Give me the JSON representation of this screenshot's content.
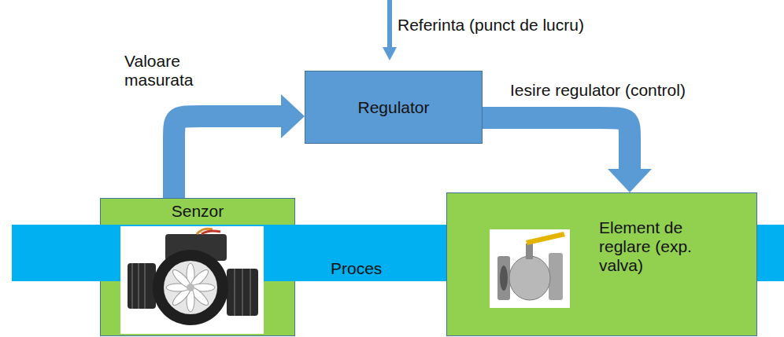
{
  "diagram": {
    "nodes": [
      {
        "text": [
          "Regulator"
        ]
      },
      {
        "text": [
          "Senzor"
        ]
      },
      {
        "text": [
          "Proces"
        ]
      },
      {
        "text": [
          "Element de reglare (exp. valva)"
        ]
      }
    ],
    "edges": [
      {
        "from": 1,
        "to": 0,
        "arrow": "to",
        "label": "Valoare masurata"
      },
      {
        "from": 0,
        "to": 3,
        "arrow": "to",
        "label": "Iesire regulator (control)"
      }
    ],
    "labels": [
      "Referinta (punct de lucru)"
    ]
  }
}
